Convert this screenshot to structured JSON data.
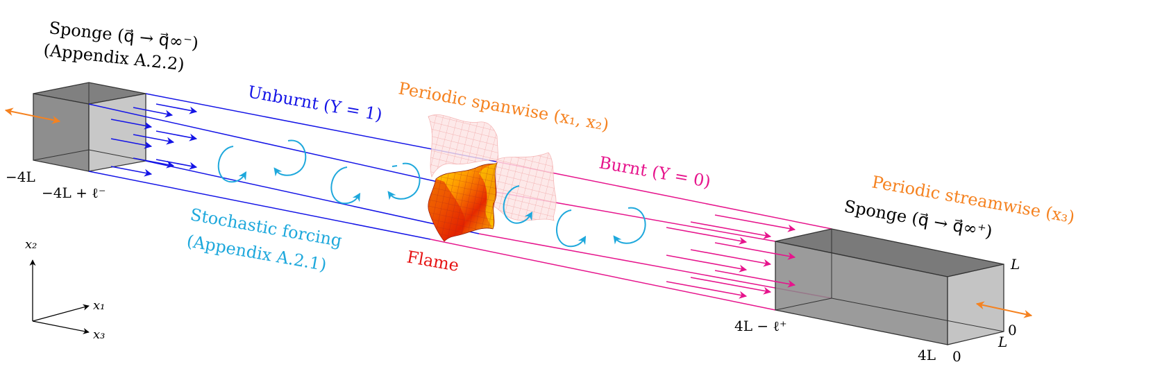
{
  "colors": {
    "unburnt": "#1414e6",
    "burnt": "#e6148c",
    "periodic": "#f58220",
    "forcing": "#1ea8dc",
    "flame": "#e61414",
    "sponge_dark": "#7f7f7f",
    "sponge_light": "#c8c8c8"
  },
  "labels": {
    "sponge_left_1": "Sponge (q⃗ → q⃗∞⁻)",
    "sponge_left_2": "(Appendix A.2.2)",
    "unburnt": "Unburnt (Y = 1)",
    "periodic_spanwise": "Periodic spanwise (x₁, x₂)",
    "burnt": "Burnt (Y = 0)",
    "periodic_streamwise": "Periodic streamwise (x₃)",
    "sponge_right": "Sponge (q⃗ → q⃗∞⁺)",
    "forcing_1": "Stochastic forcing",
    "forcing_2": "(Appendix A.2.1)",
    "flame": "Flame",
    "tick_minus4L": "−4L",
    "tick_minus4L_plus": "−4L + ℓ⁻",
    "tick_4L_minus": "4L − ℓ⁺",
    "tick_4L": "4L",
    "tick_0_bottom": "0",
    "tick_L_right": "L",
    "tick_0_right": "0",
    "tick_L_top": "L"
  },
  "axes": {
    "x2": "x₂",
    "x1": "x₁",
    "x3": "x₃"
  },
  "icons": {
    "inflow_arrows": "arrow-right-icon",
    "outflow_arrows": "arrow-right-icon",
    "vortices": "circular-arrow-icon",
    "periodic_markers": "double-arrow-icon"
  }
}
